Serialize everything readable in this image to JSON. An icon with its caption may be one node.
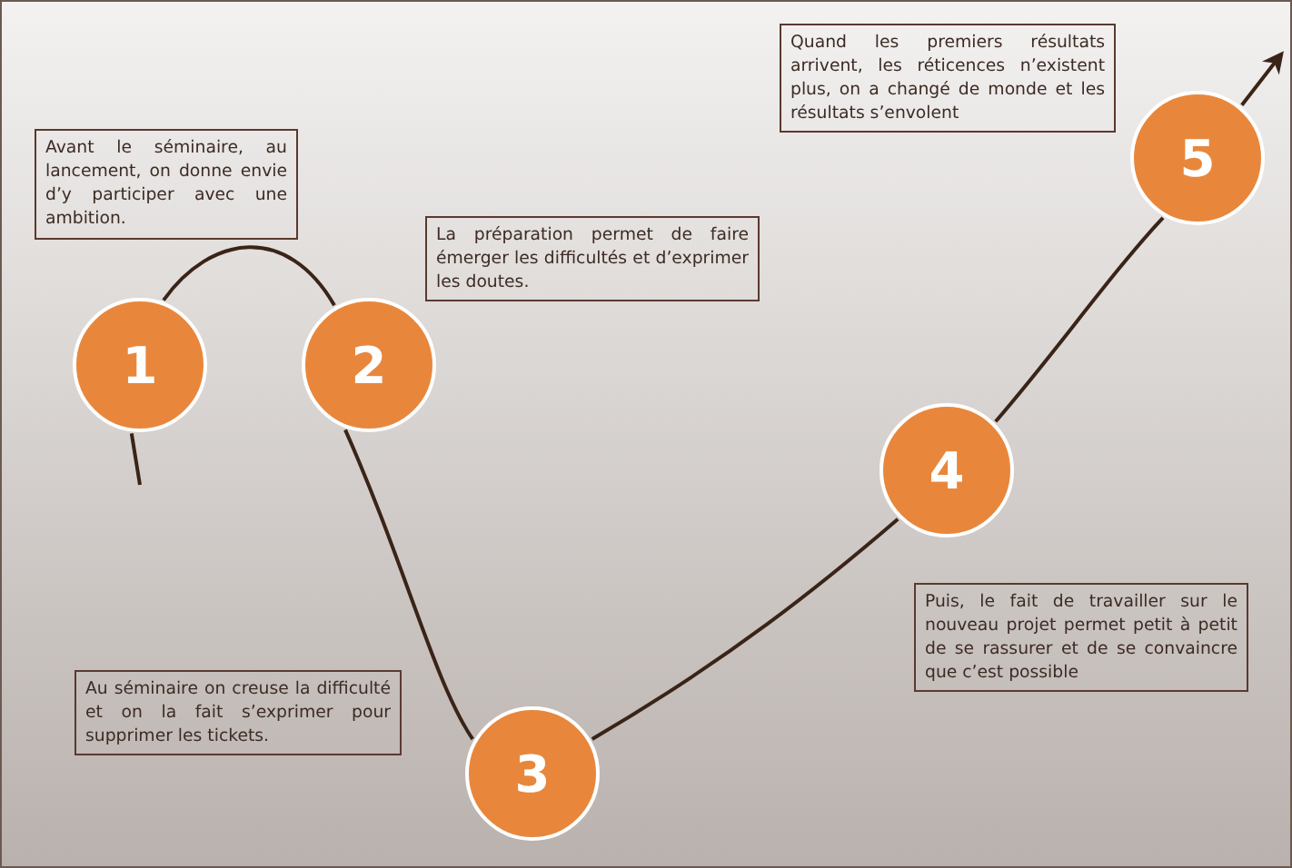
{
  "diagram": {
    "nodes": [
      {
        "text": [
          "1"
        ]
      },
      {
        "text": [
          "2"
        ]
      },
      {
        "text": [
          "3"
        ]
      },
      {
        "text": [
          "4"
        ]
      },
      {
        "text": [
          "5"
        ]
      },
      {
        "text": [
          "Avant le séminaire, au lancement, on donne envie d’y participer avec une ambition."
        ]
      },
      {
        "text": [
          "La préparation permet de faire émerger les difficultés et d’exprimer les doutes."
        ]
      },
      {
        "text": [
          "Quand les premiers résultats arrivent, les réticences n’existent plus, on a changé de monde et les résultats s’envolent"
        ]
      },
      {
        "text": [
          "Puis, le fait de travailler sur le nouveau projet permet petit à petit de se rassurer et de se convaincre que c’est possible"
        ]
      },
      {
        "text": [
          "Au séminaire on creuse la difficulté et on la fait s’exprimer pour supprimer les tickets."
        ]
      }
    ],
    "edges": [
      {
        "from": null,
        "to": 0,
        "arrow": "none"
      },
      {
        "from": 0,
        "to": 1,
        "arrow": "none"
      },
      {
        "from": 1,
        "to": 2,
        "arrow": "none"
      },
      {
        "from": 2,
        "to": 3,
        "arrow": "none"
      },
      {
        "from": 3,
        "to": 4,
        "arrow": "none"
      },
      {
        "from": 4,
        "to": null,
        "arrow": "to"
      }
    ]
  }
}
